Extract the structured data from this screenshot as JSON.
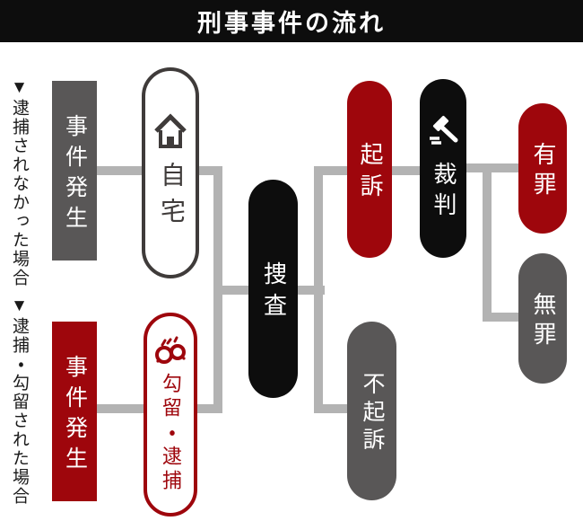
{
  "title": "刑事事件の流れ",
  "colors": {
    "red": "#9e060c",
    "gray": "#595757",
    "black": "#0d0d0d",
    "line": "#b3b3b3",
    "ink": "#3f3b3a"
  },
  "branch_labels": {
    "no_arrest": "▼逮捕されなかった場合",
    "arrest": "▼逮捕・勾留された場合"
  },
  "nodes": {
    "incident_no_arrest": "事件発生",
    "incident_arrest": "事件発生",
    "home": "自宅",
    "custody": "勾留・逮捕",
    "investigation": "捜査",
    "prosecution": "起訴",
    "non_prosecution": "不起訴",
    "trial": "裁判",
    "guilty": "有罪",
    "not_guilty": "無罪"
  },
  "icons": [
    "house-icon",
    "handcuffs-icon",
    "gavel-icon"
  ]
}
